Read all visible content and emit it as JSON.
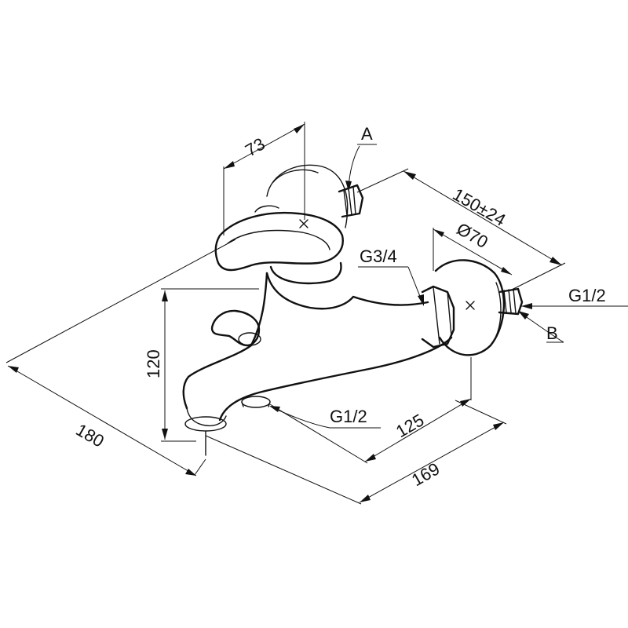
{
  "dimensions": {
    "d73": "73",
    "d150": "150±24",
    "d70": "Ø70",
    "d120": "120",
    "d180": "180",
    "d125": "125",
    "d169": "169"
  },
  "threads": {
    "g34": "G3/4",
    "g12_right": "G1/2",
    "g12_bottom": "G1/2"
  },
  "connections": {
    "a": "A",
    "b": "B"
  },
  "colors": {
    "line": "#111111",
    "background": "#ffffff"
  }
}
